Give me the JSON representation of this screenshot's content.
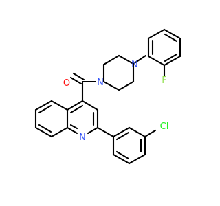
{
  "molecule": {
    "atom_labels": {
      "oxygen": "O",
      "nitrogen_piperazine_1": "N",
      "nitrogen_piperazine_4": "N",
      "nitrogen_quinoline": "N",
      "fluorine": "F",
      "chlorine": "Cl"
    }
  },
  "colors": {
    "bond": "#000000",
    "oxygen": "#ff0d0d",
    "nitrogen": "#3050f8",
    "fluorine": "#90e050",
    "chlorine": "#1ff01f",
    "background": "#ffffff"
  }
}
